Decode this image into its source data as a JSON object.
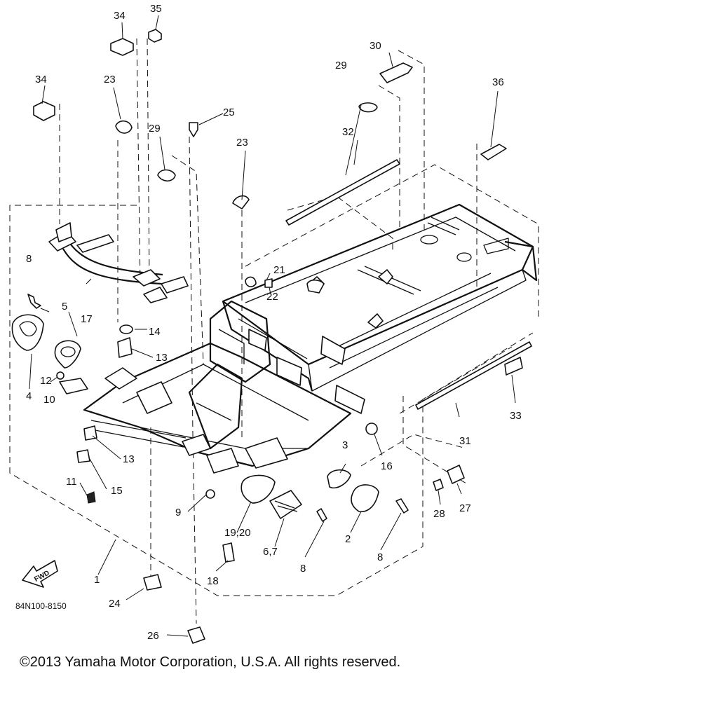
{
  "diagram": {
    "code": "84N100-8150",
    "fwd_label": "FWD",
    "copyright": "©2013 Yamaha Motor Corporation, U.S.A. All rights reserved.",
    "callouts": {
      "c1": "1",
      "c2": "2",
      "c3": "3",
      "c4": "4",
      "c5": "5",
      "c67": "6,7",
      "c8a": "8",
      "c8b": "8",
      "c8c": "8",
      "c9": "9",
      "c10": "10",
      "c11": "11",
      "c12": "12",
      "c13a": "13",
      "c13b": "13",
      "c14": "14",
      "c15": "15",
      "c16": "16",
      "c17": "17",
      "c18": "18",
      "c1920": "19,20",
      "c21": "21",
      "c22": "22",
      "c23a": "23",
      "c23b": "23",
      "c24": "24",
      "c25": "25",
      "c26": "26",
      "c27": "27",
      "c28": "28",
      "c29a": "29",
      "c29b": "29",
      "c30": "30",
      "c31": "31",
      "c32": "32",
      "c33": "33",
      "c34a": "34",
      "c34b": "34",
      "c35": "35",
      "c36": "36"
    }
  }
}
